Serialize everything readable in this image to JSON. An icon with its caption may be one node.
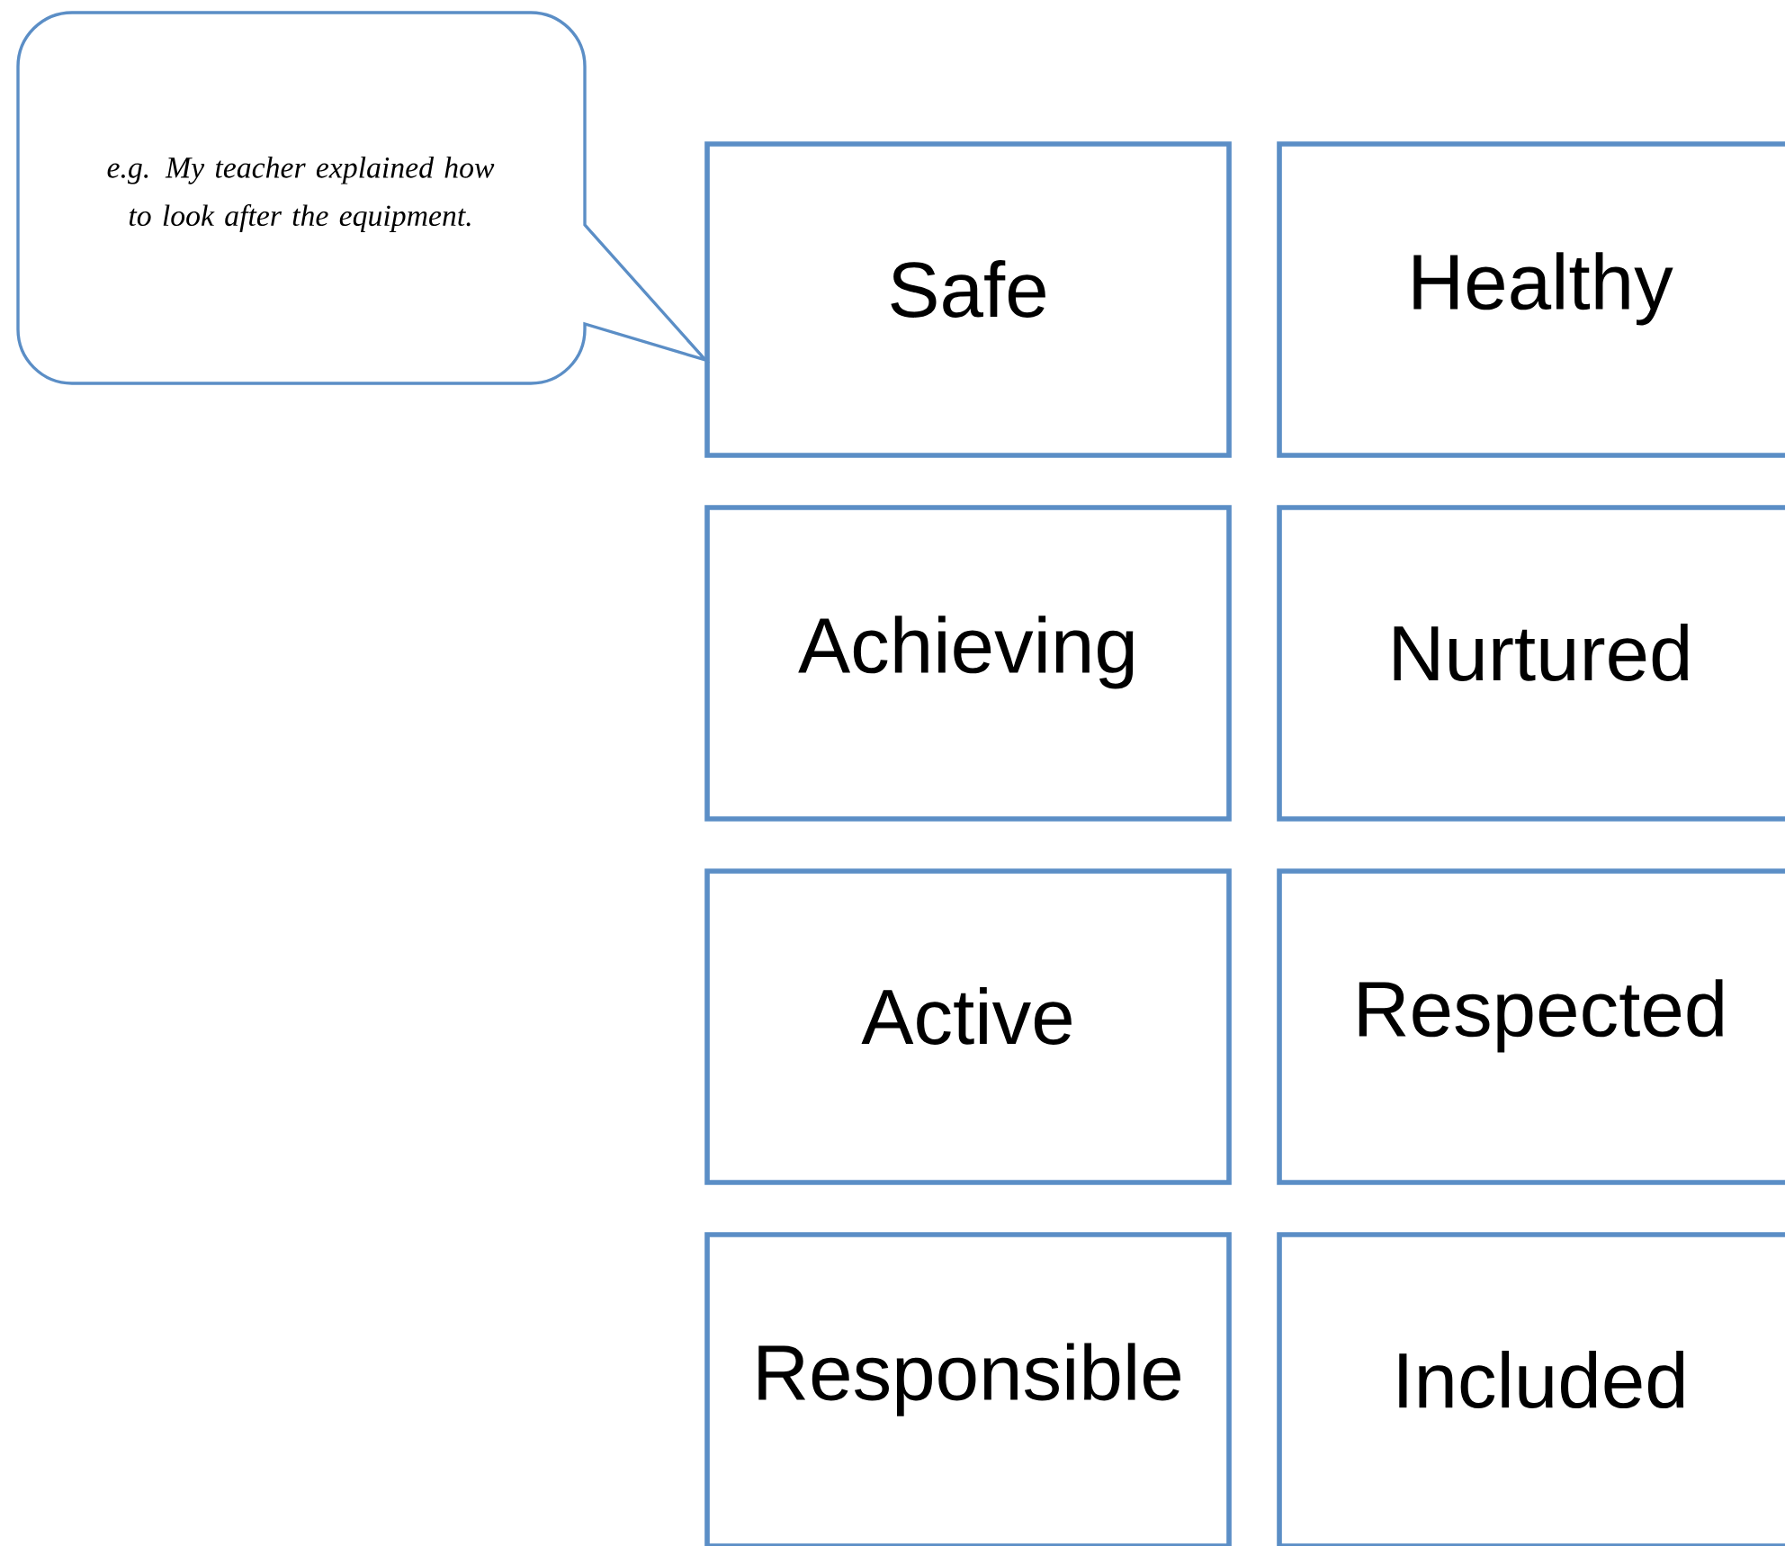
{
  "diagram": {
    "nodes": [
      {
        "text": [
          "e.g. My teacher explained how to look after the equipment."
        ]
      },
      {
        "text": [
          "Safe"
        ]
      },
      {
        "text": [
          "Healthy"
        ]
      },
      {
        "text": [
          "Achieving"
        ]
      },
      {
        "text": [
          "Nurtured"
        ]
      },
      {
        "text": [
          "Active"
        ]
      },
      {
        "text": [
          "Respected"
        ]
      },
      {
        "text": [
          "Responsible"
        ]
      },
      {
        "text": [
          "Included"
        ]
      }
    ]
  }
}
